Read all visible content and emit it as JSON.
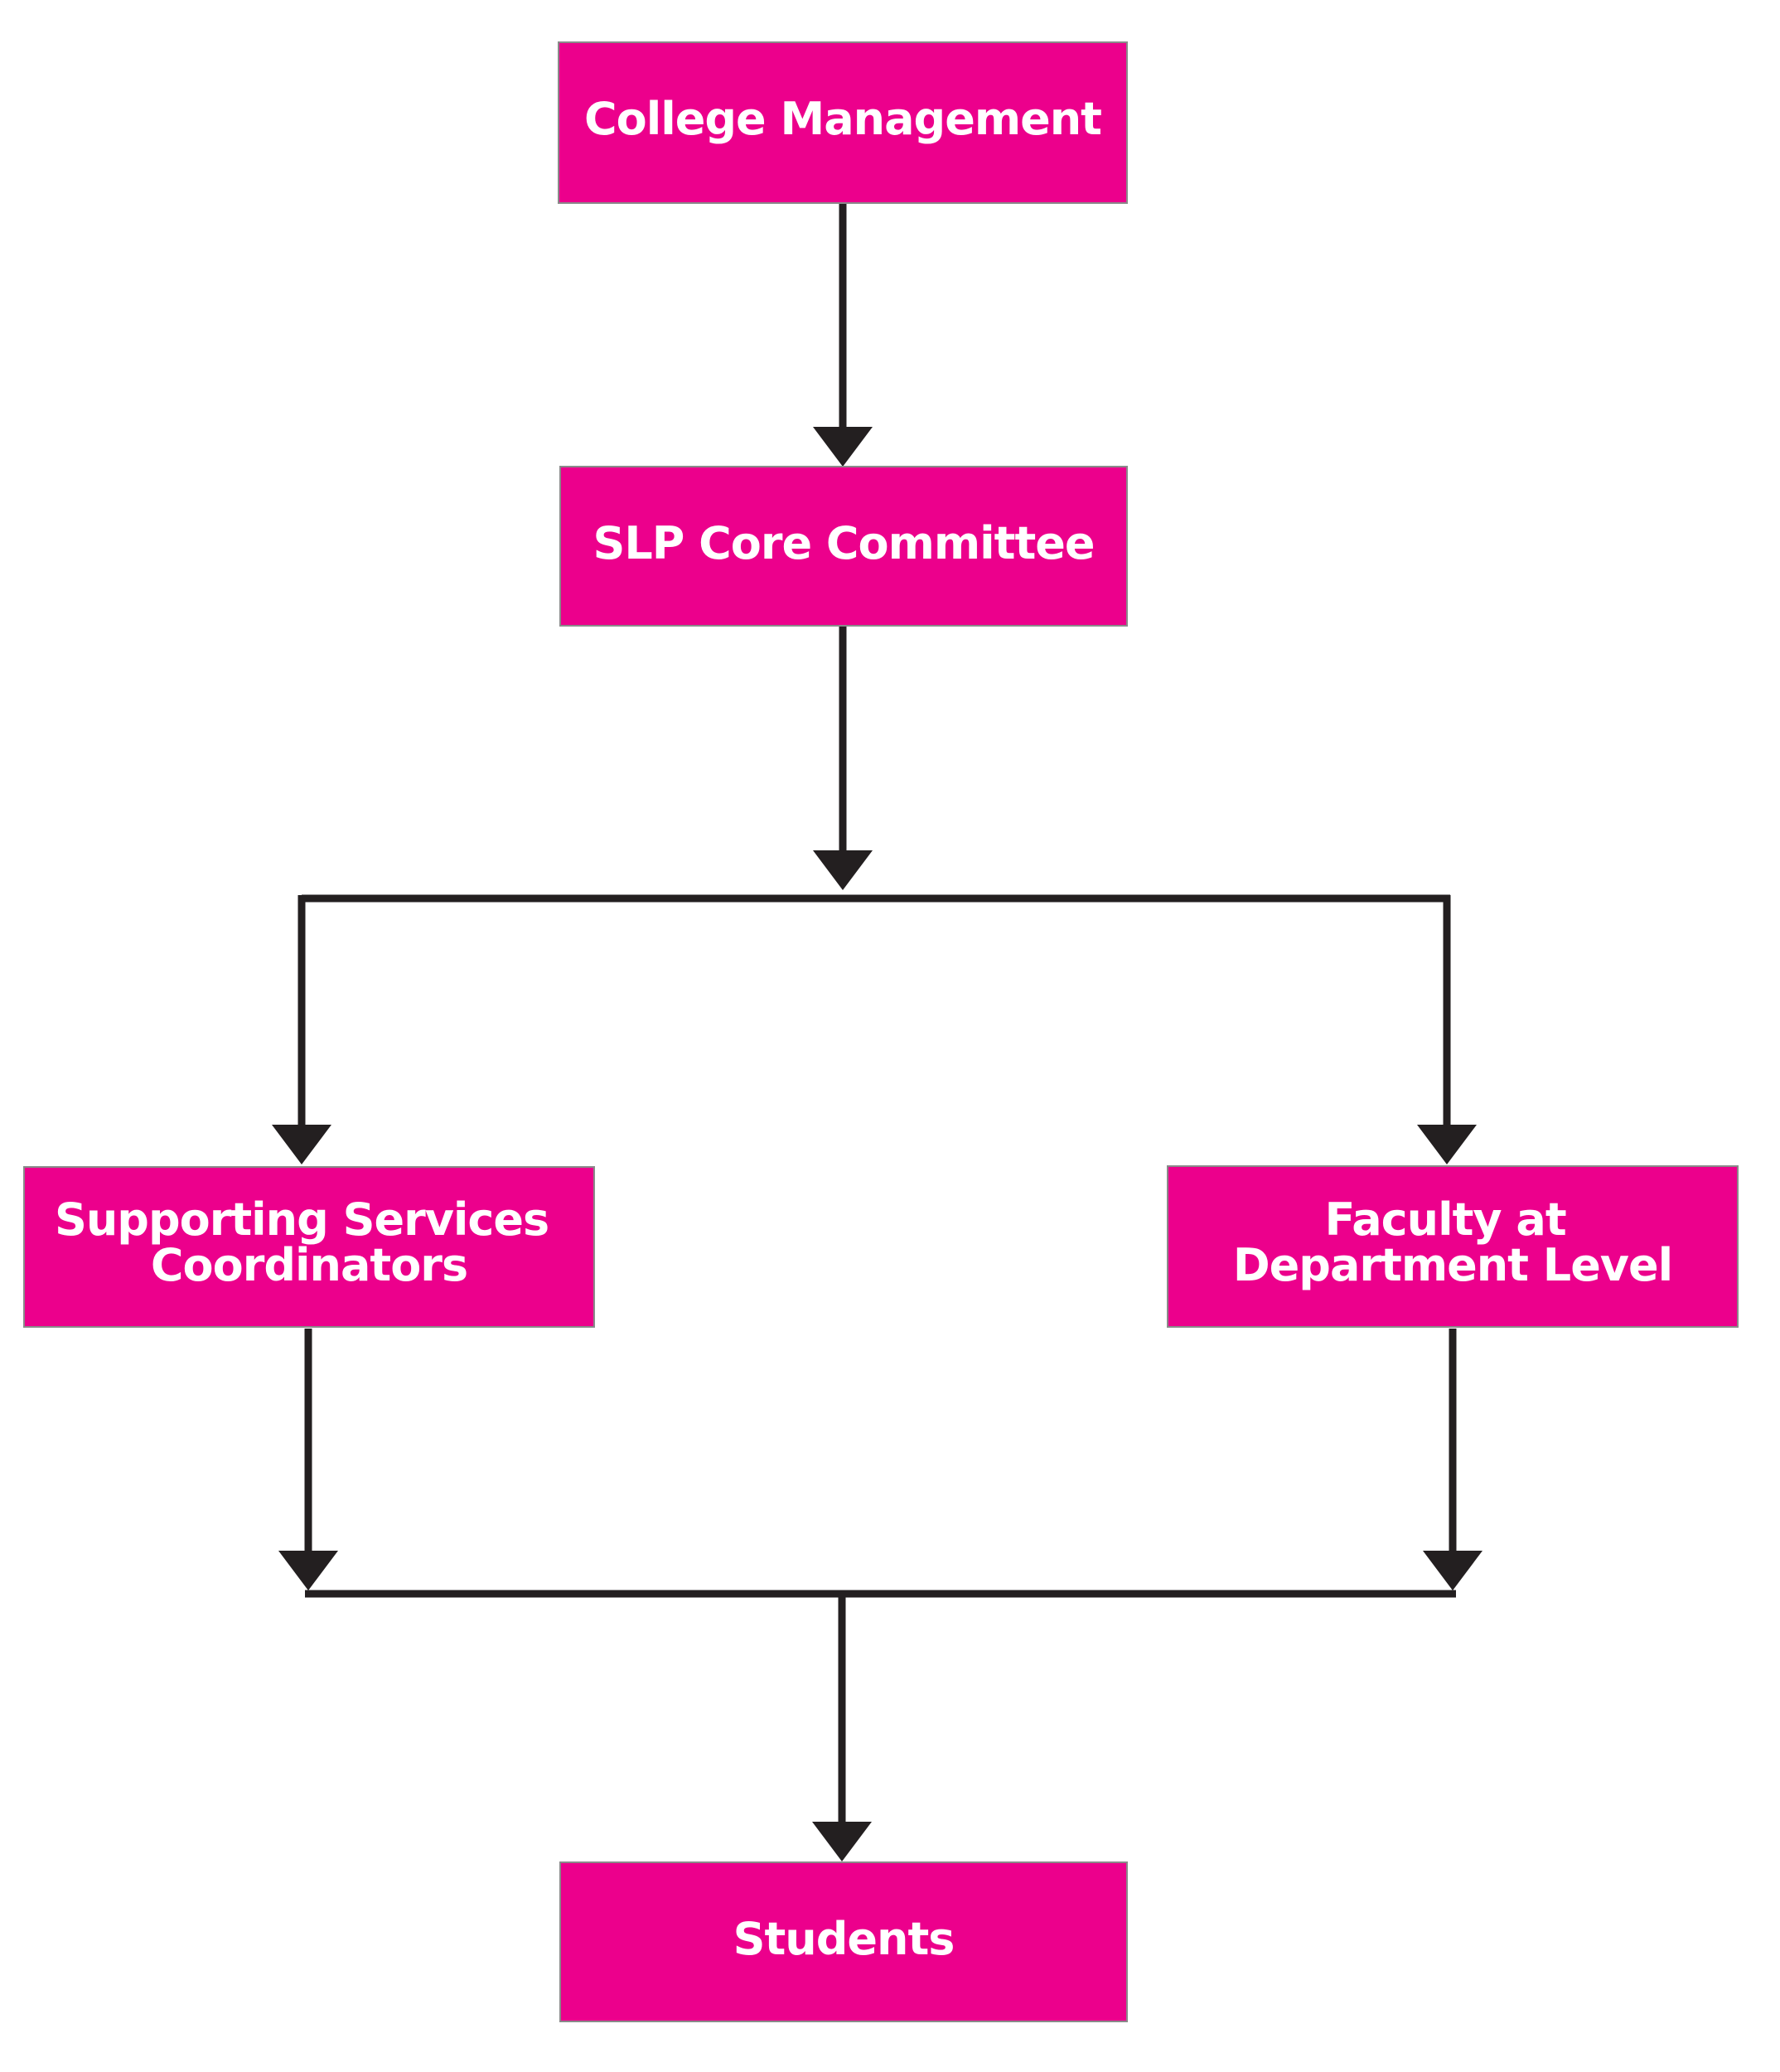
{
  "colors": {
    "box_fill": "#ec008c",
    "box_stroke": "#8a8a8a",
    "connector": "#231f20",
    "text": "#ffffff",
    "background": "#ffffff"
  },
  "nodes": {
    "college_management": {
      "lines": [
        "College Management"
      ]
    },
    "slp_core_committee": {
      "lines": [
        "SLP Core Committee"
      ]
    },
    "supporting_services": {
      "lines": [
        "Supporting Services",
        "Coordinators"
      ]
    },
    "faculty_department": {
      "lines": [
        "Faculty at",
        "Department Level"
      ]
    },
    "students": {
      "lines": [
        "Students"
      ]
    }
  },
  "edges": [
    {
      "from": "college_management",
      "to": "slp_core_committee"
    },
    {
      "from": "slp_core_committee",
      "to": "supporting_services"
    },
    {
      "from": "slp_core_committee",
      "to": "faculty_department"
    },
    {
      "from": "supporting_services",
      "to": "students"
    },
    {
      "from": "faculty_department",
      "to": "students"
    }
  ]
}
